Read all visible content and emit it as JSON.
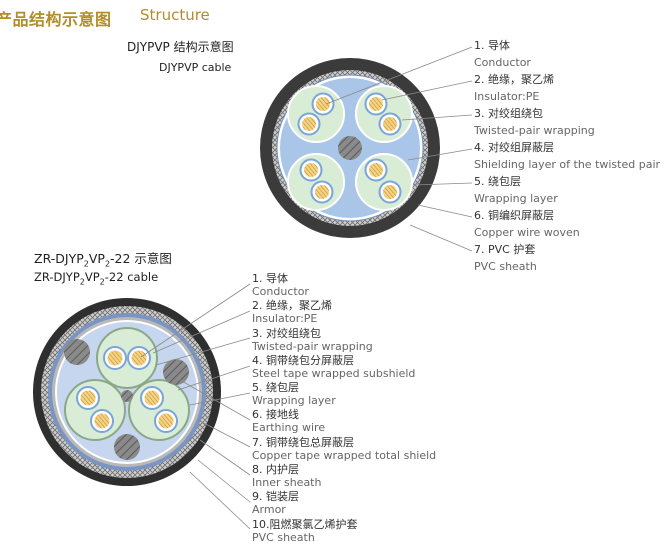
{
  "header": {
    "cn": "产品结构示意图",
    "en": "Structure"
  },
  "cable1": {
    "title": "DJYPVP 结构示意图",
    "subtitle": "DJYPVP cable",
    "legend": [
      {
        "cn": "1. 导体",
        "en": "Conductor"
      },
      {
        "cn": "2. 绝缘，聚乙烯",
        "en": "Insulator:PE"
      },
      {
        "cn": "3. 对绞组绕包",
        "en": "Twisted-pair wrapping"
      },
      {
        "cn": "4. 对绞组屏蔽层",
        "en": "Shielding layer of the twisted pair"
      },
      {
        "cn": "5. 绕包层",
        "en": "Wrapping layer"
      },
      {
        "cn": "6. 铜编织屏蔽层",
        "en": "Copper wire woven"
      },
      {
        "cn": "7. PVC 护套",
        "en": "PVC sheath"
      }
    ]
  },
  "cable2": {
    "title_parts": [
      "ZR-DJYP",
      "2",
      "VP",
      "2",
      "-22 示意图"
    ],
    "subtitle_parts": [
      "ZR-DJYP",
      "2",
      "VP",
      "2",
      "-22 cable"
    ],
    "legend": [
      {
        "cn": "1. 导体",
        "en": "Conductor"
      },
      {
        "cn": "2. 绝缘，聚乙烯",
        "en": "Insulator:PE"
      },
      {
        "cn": "3. 对绞组绕包",
        "en": "Twisted-pair wrapping"
      },
      {
        "cn": "4. 铜带绕包分屏蔽层",
        "en": "Steel tape wrapped subshield"
      },
      {
        "cn": "5. 绕包层",
        "en": "Wrapping layer"
      },
      {
        "cn": "6. 接地线",
        "en": "Earthing wire"
      },
      {
        "cn": "7. 铜带绕包总屏蔽层",
        "en": "Copper tape wrapped total shield"
      },
      {
        "cn": "8. 内护层",
        "en": "Inner sheath"
      },
      {
        "cn": "9. 铠装层",
        "en": "Armor"
      },
      {
        "cn": "10.阻燃聚氯乙烯护套",
        "en": "PVC sheath"
      }
    ]
  },
  "colors": {
    "header": "#b28d2a",
    "sheath": "#3a3a3a",
    "inner_fill": "#a9c6e8",
    "pair_fill": "#d9ecd5",
    "conductor": "#e0b34a"
  }
}
